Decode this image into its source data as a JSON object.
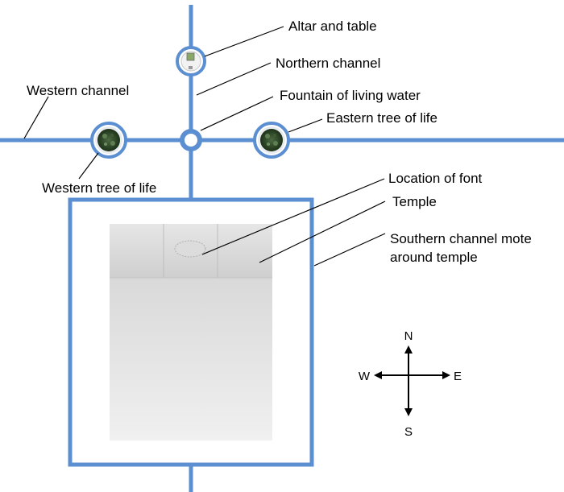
{
  "colors": {
    "channel": "#5b8fd1",
    "channel_outline": "#3f74bd",
    "temple_fill": "#e4e4e4",
    "temple_top_fill": "#d6d6d6",
    "tree_green": "#2f4a2a",
    "leader": "#000000"
  },
  "labels": {
    "altar_and_table": "Altar and table",
    "northern_channel": "Northern channel",
    "fountain_of_living_water": "Fountain of living water",
    "western_channel": "Western channel",
    "eastern_tree_of_life": "Eastern tree of life",
    "western_tree_of_life": "Western tree of life",
    "location_of_font": "Location of font",
    "temple": "Temple",
    "southern_channel_line1": "Southern channel mote",
    "southern_channel_line2": "around temple"
  },
  "compass": {
    "north": "N",
    "south": "S",
    "east": "E",
    "west": "W"
  },
  "icons": [
    "altar-icon",
    "tree-of-life-icon",
    "fountain-icon",
    "font-icon",
    "compass-rose-icon"
  ]
}
